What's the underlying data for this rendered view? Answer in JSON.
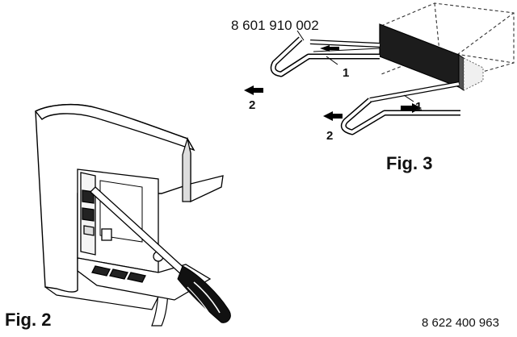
{
  "figure3": {
    "part_number": "8 601 910 002",
    "arrow_label_in_upper": "1",
    "arrow_label_out_upper": "2",
    "arrow_label_in_lower": "1",
    "arrow_label_out_lower": "2",
    "caption": "Fig. 3"
  },
  "figure2": {
    "caption": "Fig. 2"
  },
  "document_ref": "8 622 400 963"
}
